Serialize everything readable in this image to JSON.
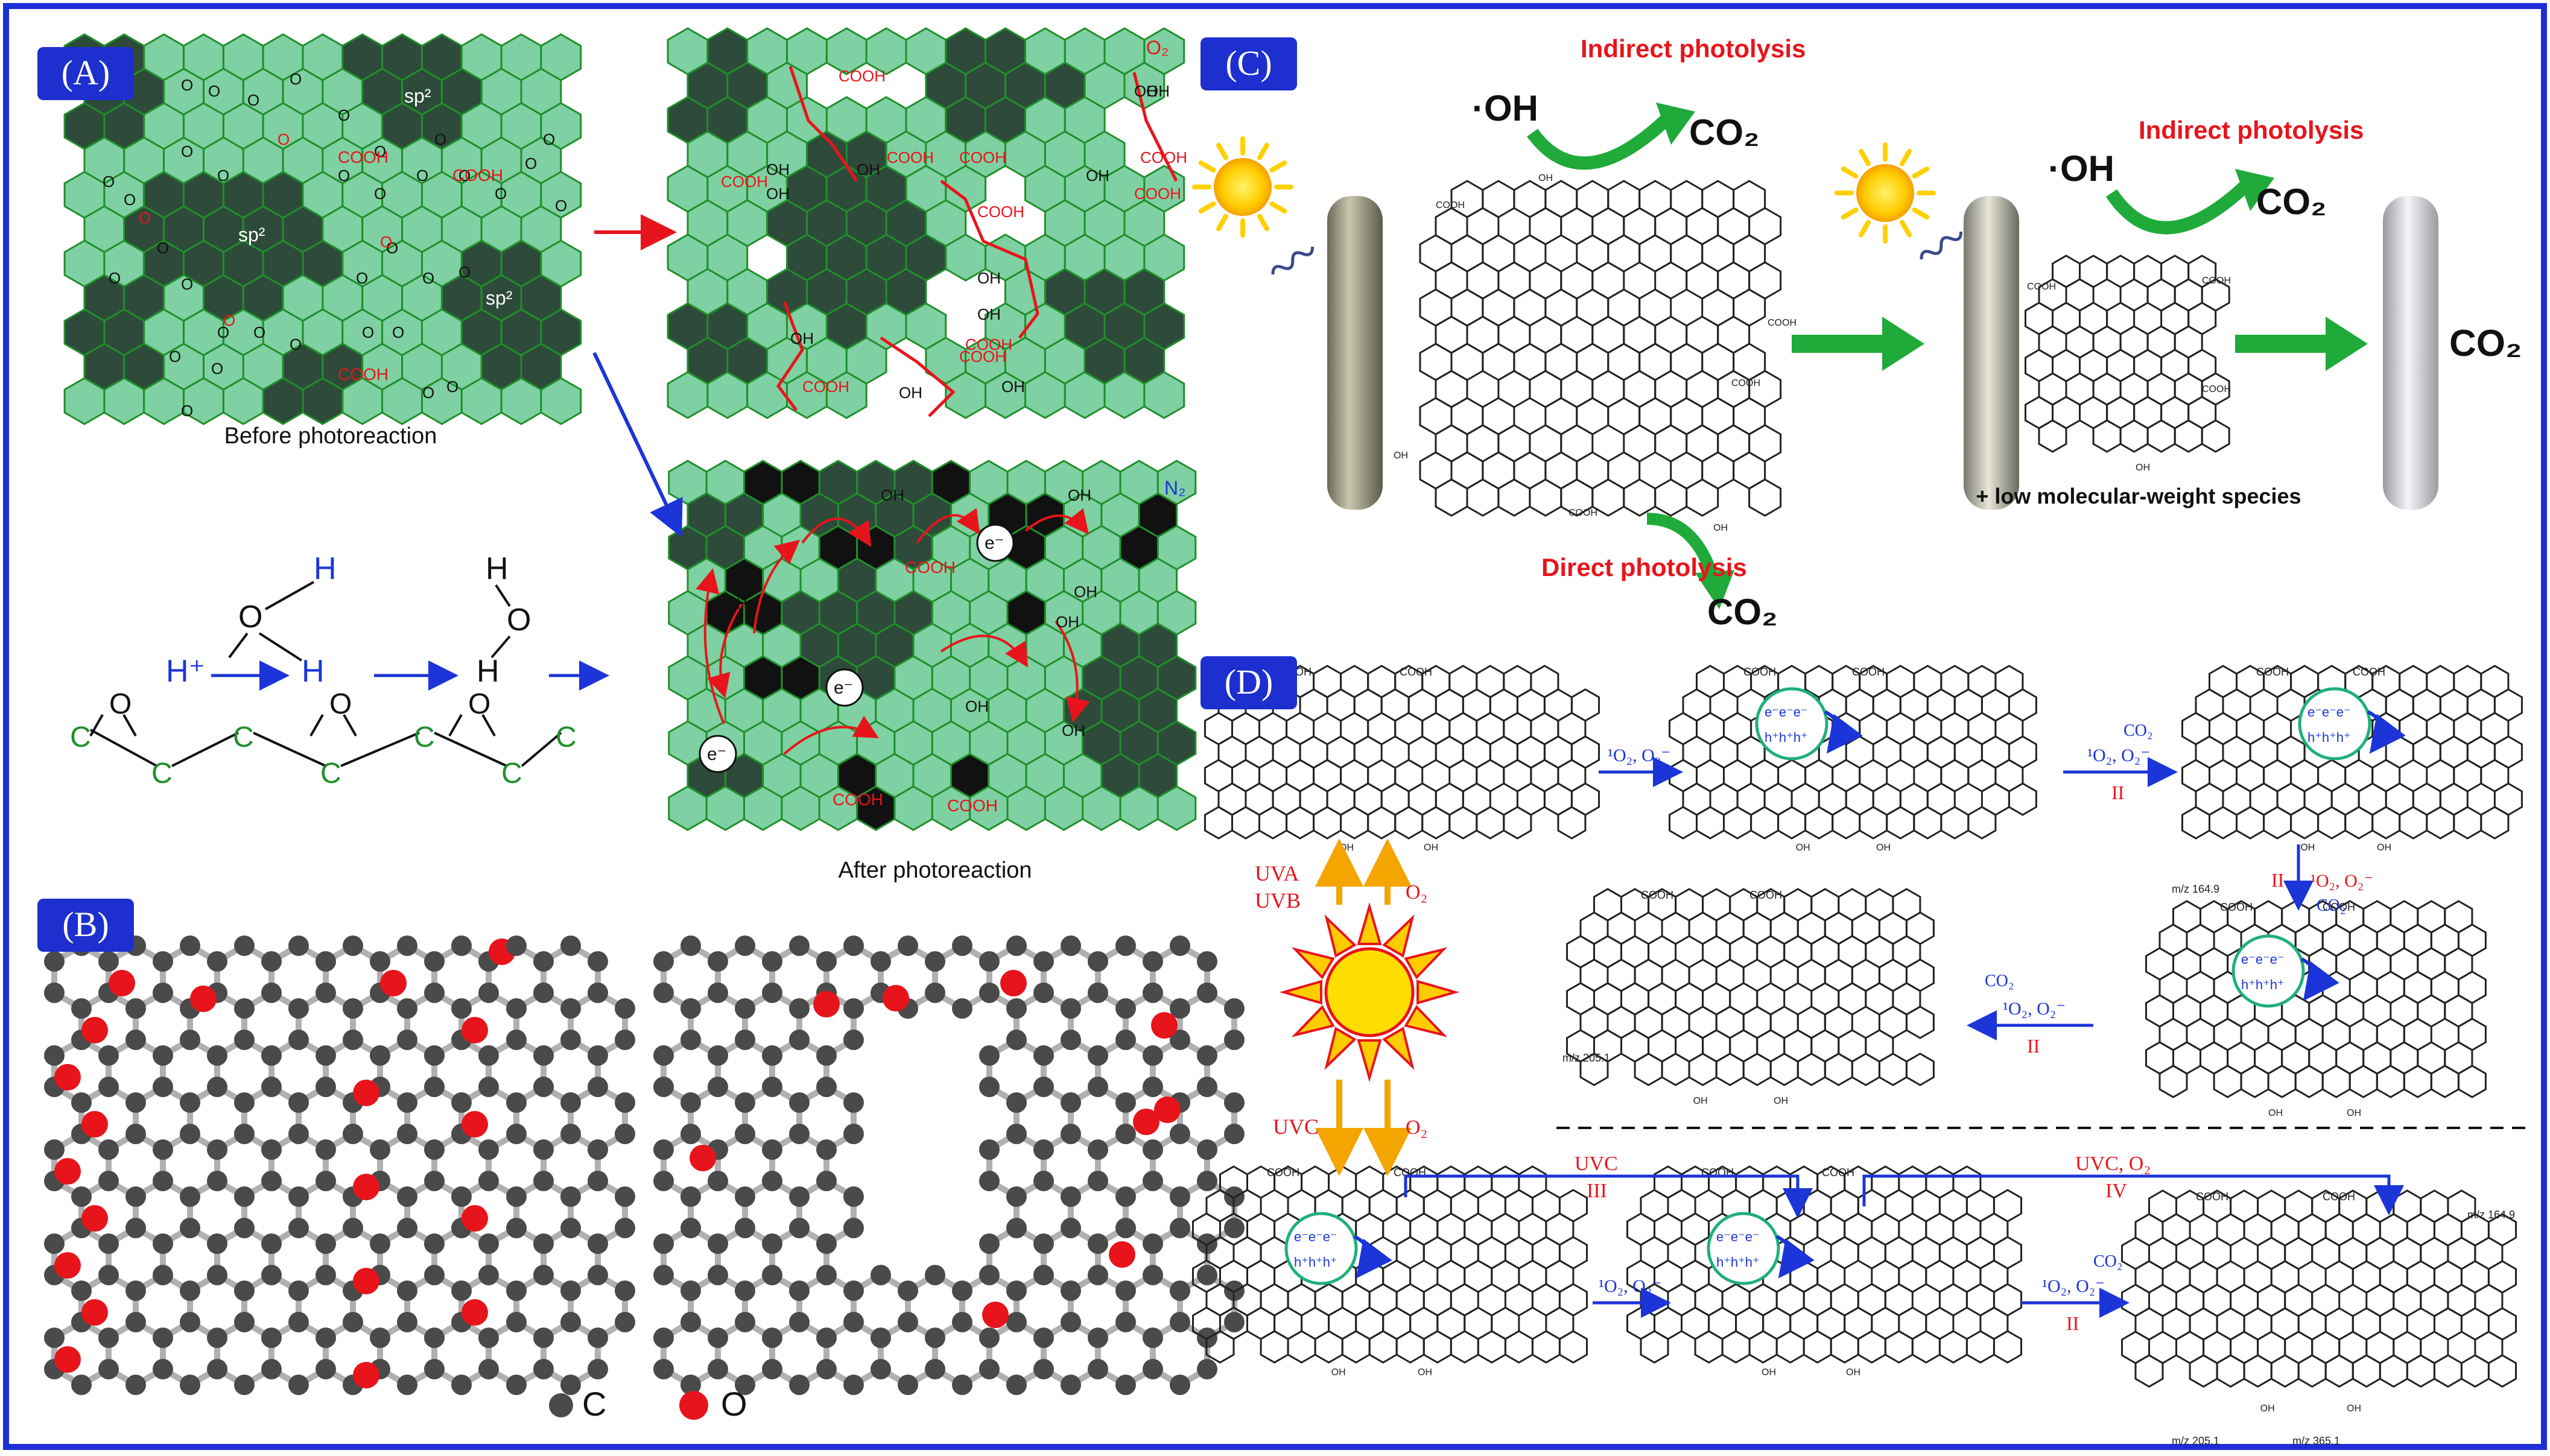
{
  "panels": {
    "A": {
      "tag": "(A)",
      "before_caption": "Before photoreaction",
      "after_caption": "After photoreaction",
      "sp2": "sp²",
      "cooh": "COOH",
      "oh": "OH",
      "o2": "O₂",
      "n2": "N₂",
      "electron": "e⁻",
      "mech": {
        "h_plus": "H⁺",
        "h": "H",
        "o": "O",
        "c": "C"
      }
    },
    "B": {
      "tag": "(B)",
      "legend": [
        {
          "label": "C",
          "color": "#4a4a4a"
        },
        {
          "label": "O",
          "color": "#e8141b"
        }
      ]
    },
    "C": {
      "tag": "(C)",
      "oh_radical": "·OH",
      "co2": "CO₂",
      "indirect": "Indirect photolysis",
      "direct": "Direct photolysis",
      "low_mw": "+ low molecular-weight species",
      "co2_final": "CO₂",
      "cooh": "COOH",
      "oh": "OH"
    },
    "D": {
      "tag": "(D)",
      "uva": "UVA",
      "uvb": "UVB",
      "uvc": "UVC",
      "o2": "O₂",
      "ros": "¹O₂, O₂⁻",
      "co2": "CO₂",
      "step_ii": "II",
      "step_iii": "III",
      "step_iv": "IV",
      "uvc_iii": "UVC",
      "uvc_o2_iv": "UVC, O₂",
      "mz_164": "m/z 164.9",
      "mz_205": "m/z 205.1",
      "mz_365": "m/z 365.1",
      "cooh": "COOH",
      "oh": "OH",
      "hole": "h⁺h⁺h⁺",
      "elec": "e⁻e⁻e⁻"
    }
  },
  "colors": {
    "frame": "#1c2fd6",
    "tag_bg": "#1d2fcf",
    "light_hex": "#7fd0a2",
    "dark_hex": "#2e4a3a",
    "red": "#e8141b",
    "green_arrow": "#1faa3a",
    "blue": "#1b35d8",
    "sun": "#ffcc00",
    "orange": "#f5a500"
  }
}
